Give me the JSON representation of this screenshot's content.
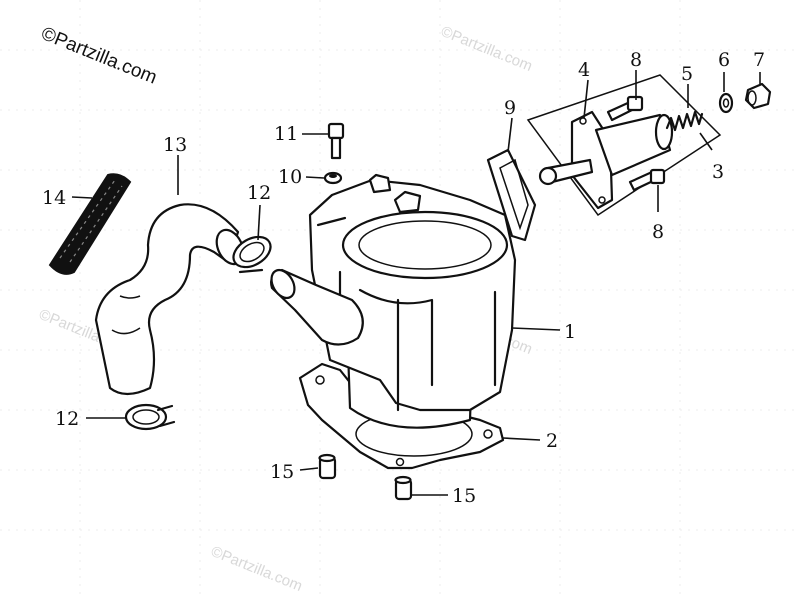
{
  "brand": {
    "watermark": "©Partzilla.com"
  },
  "watermarks": [
    "©Partzilla.com",
    "©Partzilla.com",
    "©Partzilla.com",
    "©Partzilla.com"
  ],
  "callouts": {
    "c1": "1",
    "c2": "2",
    "c3": "3",
    "c4": "4",
    "c5": "5",
    "c6": "6",
    "c7": "7",
    "c8a": "8",
    "c8b": "8",
    "c9": "9",
    "c10": "10",
    "c11": "11",
    "c12a": "12",
    "c12b": "12",
    "c13": "13",
    "c14": "14",
    "c15a": "15",
    "c15b": "15"
  }
}
